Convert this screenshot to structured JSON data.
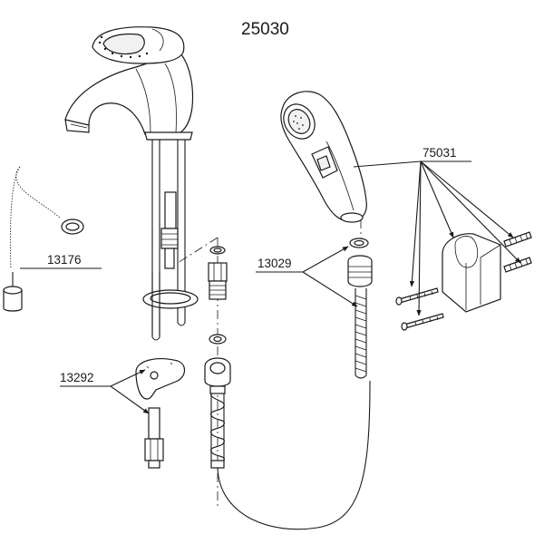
{
  "diagram": {
    "title": "25030",
    "labels": {
      "chain_plug": "13176",
      "mounting_kit": "13292",
      "hose_washer": "13029",
      "spray_holder": "75031"
    }
  }
}
